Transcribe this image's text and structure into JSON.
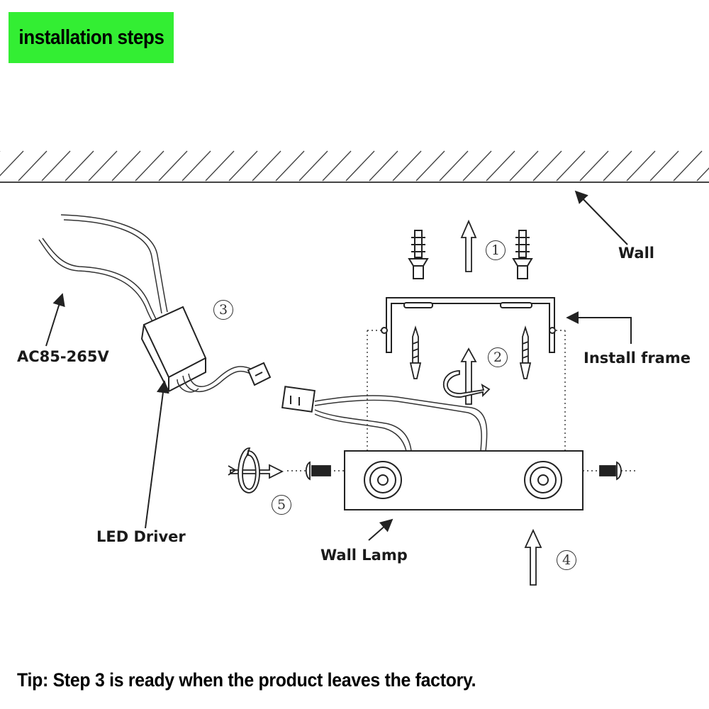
{
  "header": {
    "title": "installation steps",
    "title_bg": "#33ee33"
  },
  "labels": {
    "wall": "Wall",
    "install_frame": "Install frame",
    "ac_voltage": "AC85-265V",
    "led_driver": "LED Driver",
    "wall_lamp": "Wall Lamp"
  },
  "steps": [
    "1",
    "2",
    "3",
    "4",
    "5"
  ],
  "footer": {
    "tip": "Tip: Step 3 is ready when the product leaves the factory."
  }
}
